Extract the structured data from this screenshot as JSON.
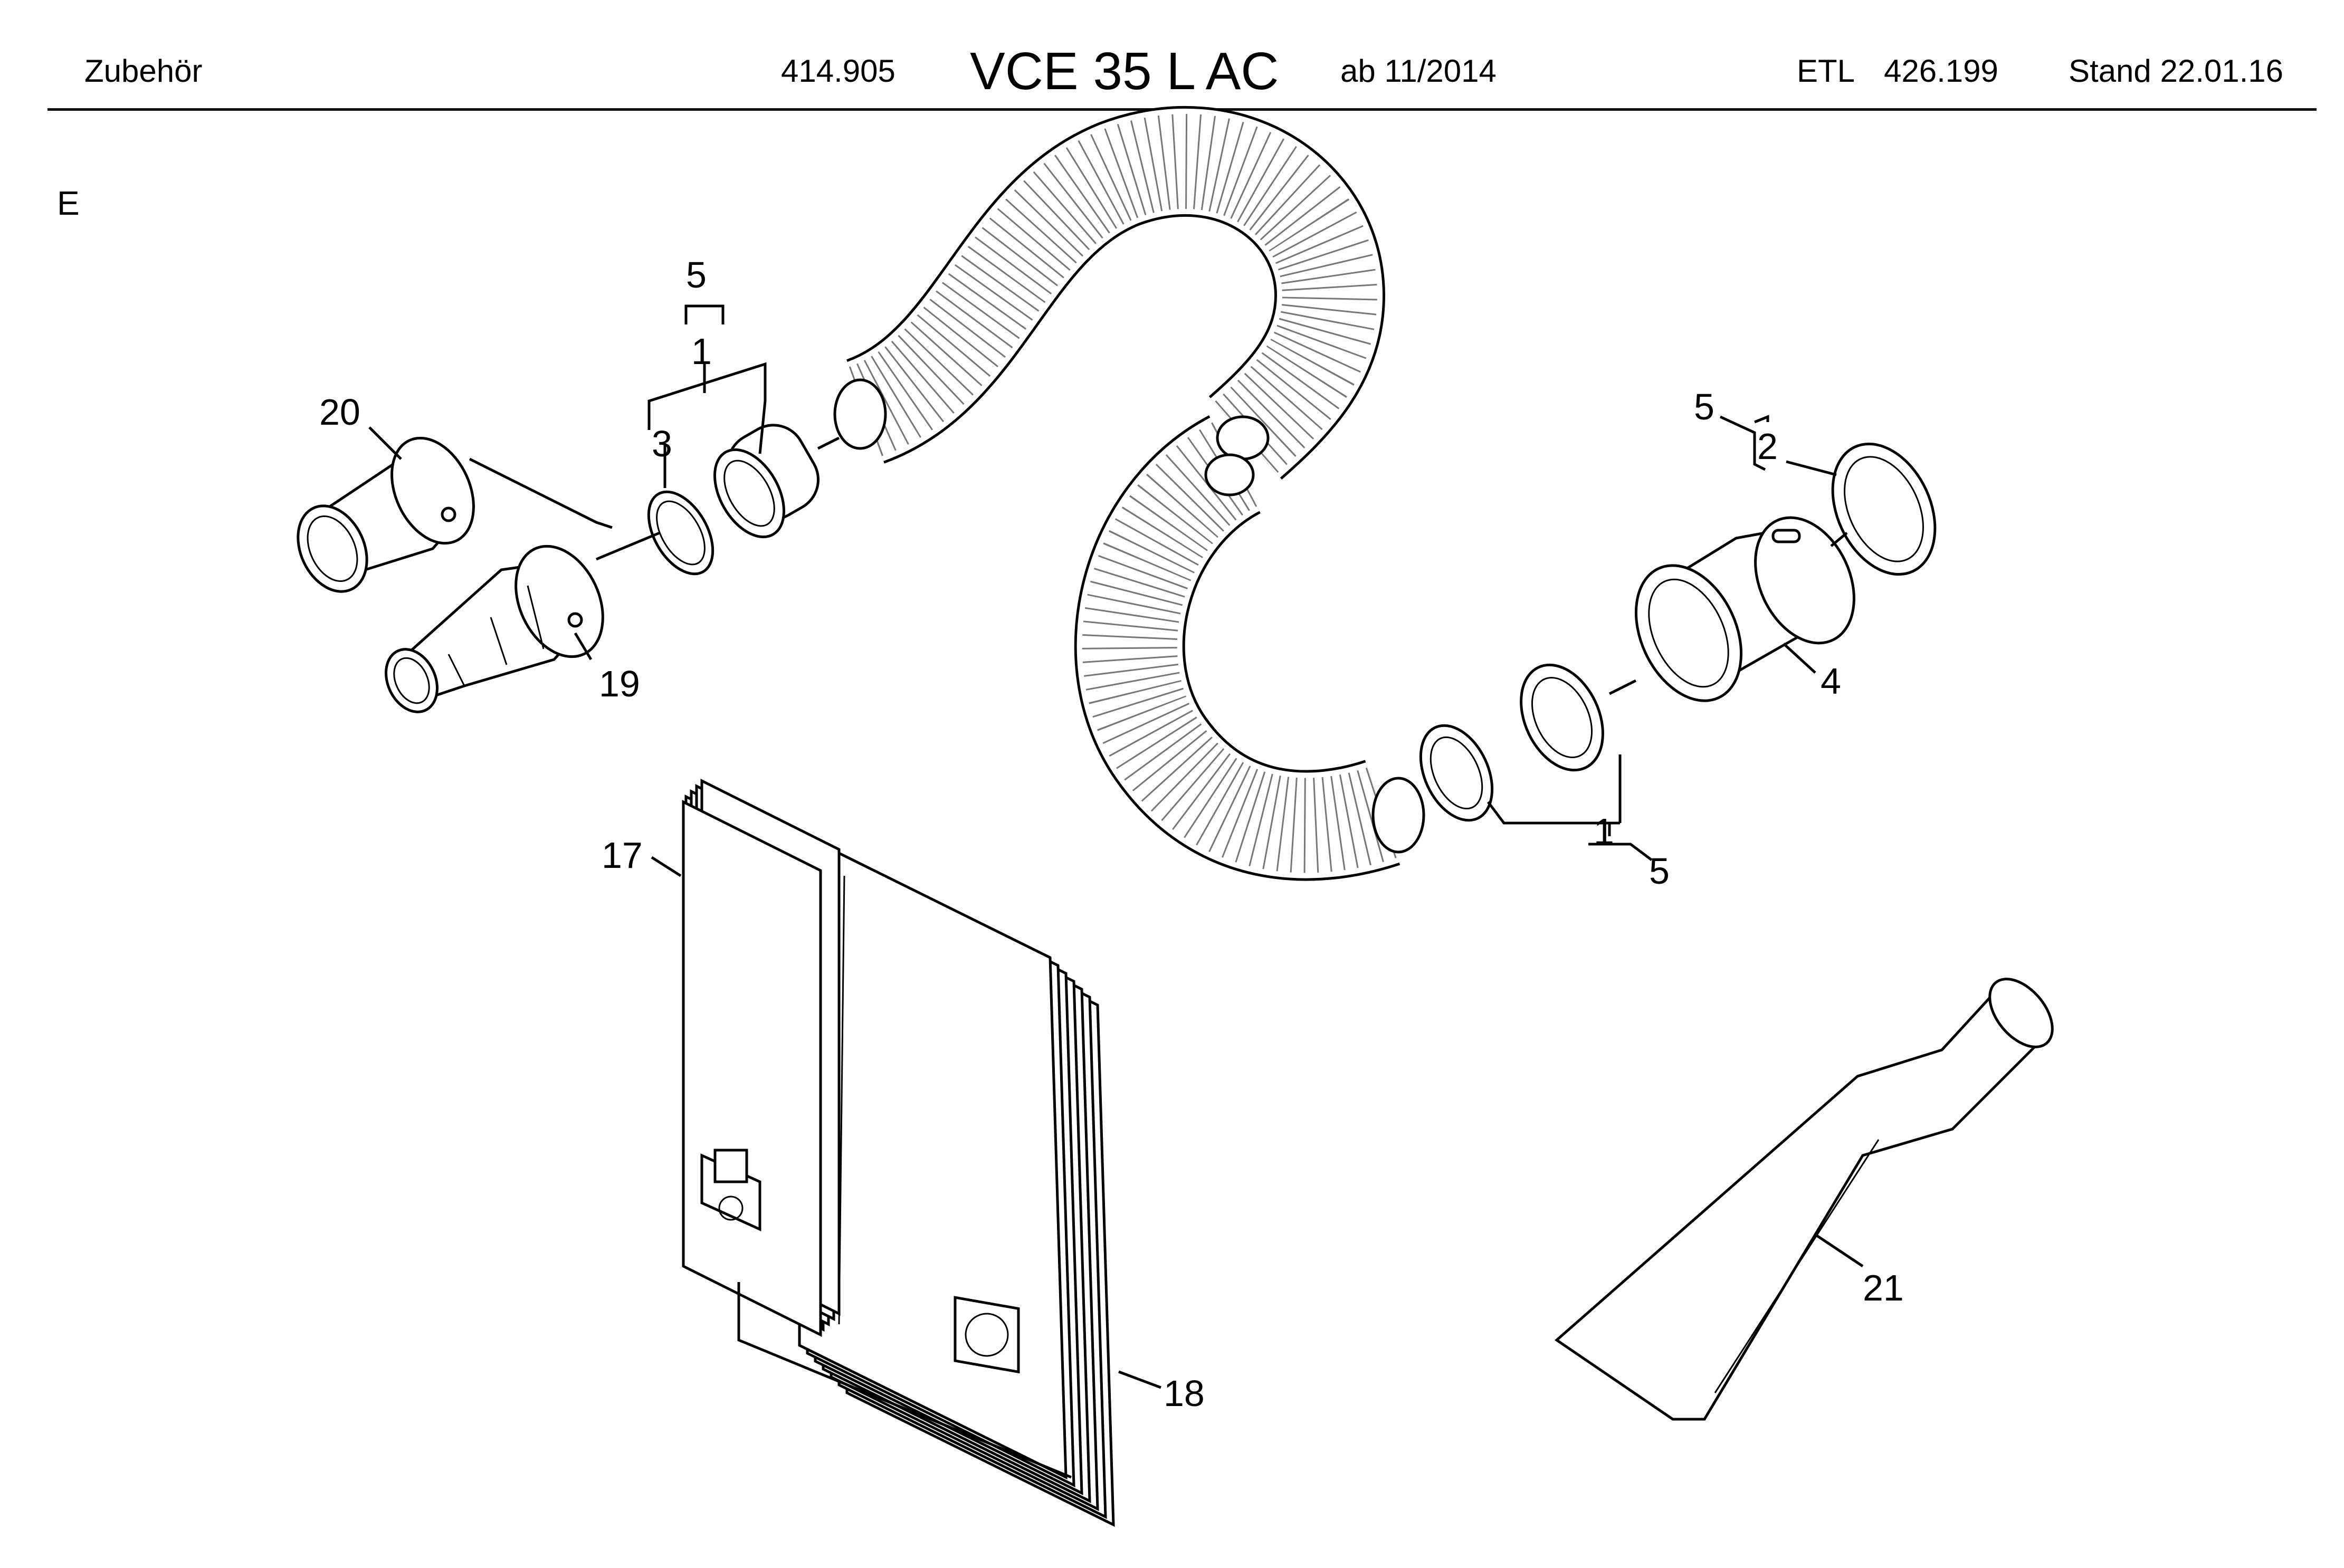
{
  "header": {
    "section": "Zubehör",
    "part_number": "414.905",
    "model": "VCE 35 L AC",
    "valid_from": "ab 11/2014",
    "etl_label": "ETL",
    "etl_number": "426.199",
    "stand": "Stand 22.01.16"
  },
  "section_letter": "E",
  "callouts": {
    "p1_left": "1",
    "p5_left": "5",
    "p3": "3",
    "p20": "20",
    "p19": "19",
    "p5_right": "5",
    "p2": "2",
    "p4": "4",
    "p1_bottom": "1",
    "p5_bottom": "5",
    "p17": "17",
    "p18": "18",
    "p21": "21"
  },
  "colors": {
    "line": "#000000",
    "background": "#ffffff"
  }
}
